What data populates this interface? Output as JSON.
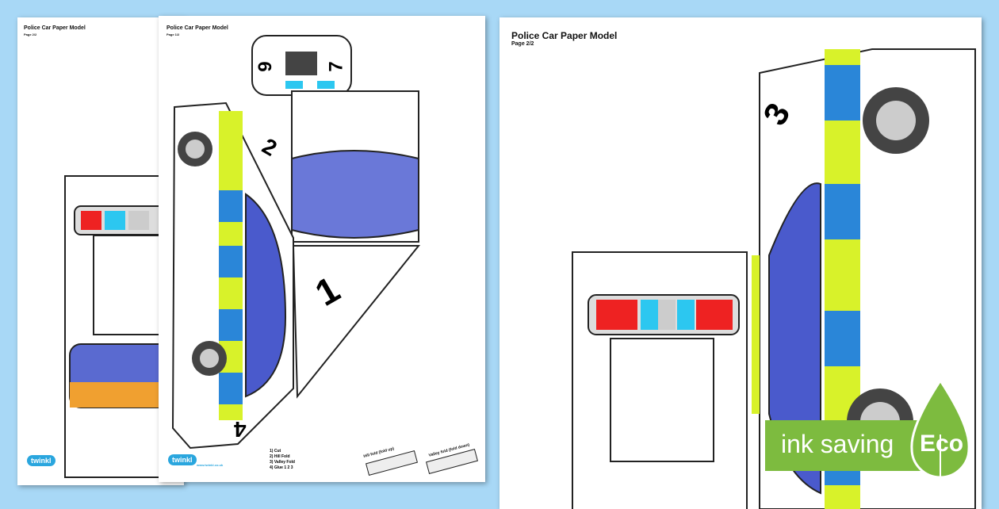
{
  "pages": [
    {
      "title": "Police Car Paper Model",
      "subtitle": "Page 2/2"
    },
    {
      "title": "Police Car Paper Model",
      "subtitle": "Page 1/2"
    },
    {
      "title": "Police Car Paper Model",
      "subtitle": "Page 2/2"
    }
  ],
  "legend": {
    "cut": "1) Cut",
    "hill": "2) Hill Fold",
    "valley": "3) Valley Fold",
    "glue": "4) Glue",
    "glue_tabs": [
      "1",
      "2",
      "3"
    ]
  },
  "branding": {
    "logo": "twinkl",
    "url": "www.twinkl.co.uk"
  },
  "fold_labels": {
    "hill": "Hill fold (fold up)",
    "valley": "Valley fold (fold down)"
  },
  "part_numbers": [
    "1",
    "2",
    "3",
    "4",
    "6",
    "7"
  ],
  "badge": {
    "text": "ink saving",
    "label": "Eco"
  },
  "colors": {
    "background": "#a8d8f6",
    "blue": "#2a86d8",
    "yellow": "#d8f22a",
    "window": "#5566cc",
    "eco": "#7dbb3f"
  }
}
